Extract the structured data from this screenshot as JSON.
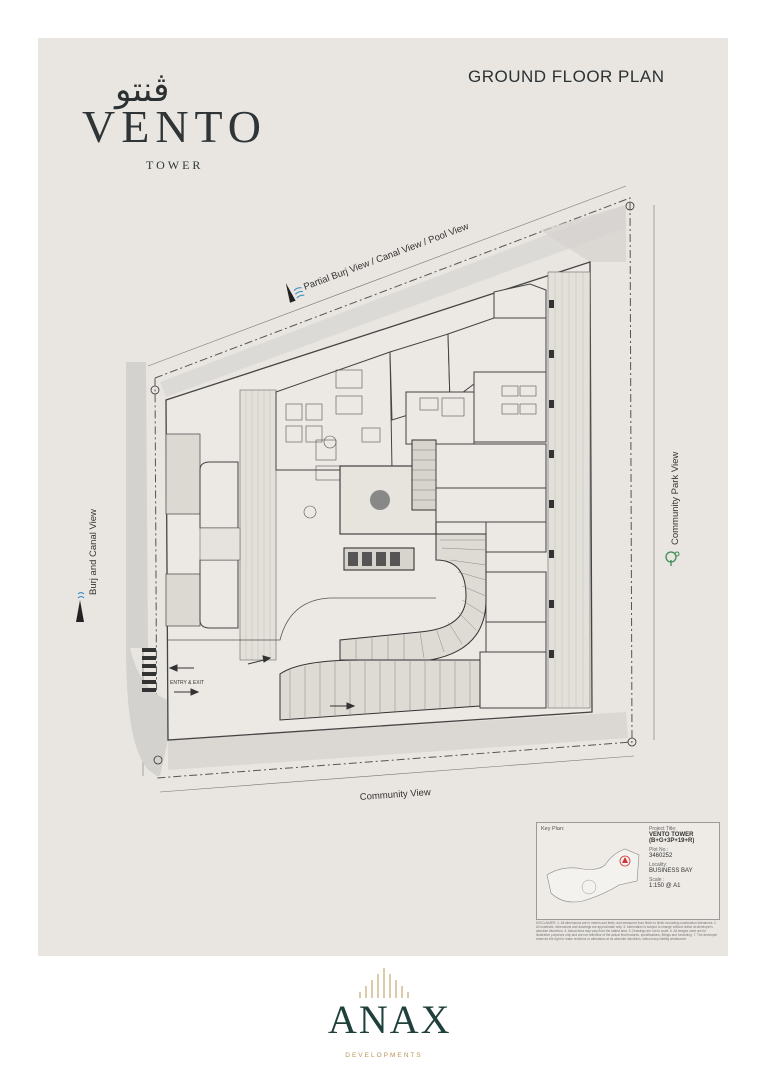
{
  "header": {
    "arabic_name": "ڤنتو",
    "brand_name": "VENTO",
    "brand_sub": "TOWER",
    "plan_title": "GROUND FLOOR PLAN"
  },
  "views": {
    "north": "Partial Burj View / Canal View / Pool View",
    "west": "Burj and Canal View",
    "east": "Community Park View",
    "south": "Community View"
  },
  "plan_labels": {
    "entry_exit": "ENTRY & EXIT"
  },
  "info": {
    "key_plan_label": "Key Plan:",
    "project_title_label": "Project Title:",
    "project_title": "VENTO TOWER",
    "project_sub": "(B+G+3P+19+R)",
    "plot_label": "Plot No.:",
    "plot_no": "3460252",
    "locality_label": "Locality:",
    "locality": "BUSINESS BAY",
    "scale_label": "Scale :",
    "scale": "1:150 @ A1"
  },
  "disclaimer": "DISCLAIMER: 1. All dimensions are in meters and feets, and measured from finish to finish excluding construction tolerances. 2. All materials, dimensions and drawings are approximate only. 3. Information is subject to change without notice at developer's absolute discretion. 4. Actual area may vary from the stated area. 5. Drawings are not to scale. 6. All images used are for illustrative purposes only and are not reflective of the actual final features, specifications, fittings and furnishing. 7. The developer reserves the right to make revisions or alterations at its absolute discretion, without any liability whatsoever.",
  "footer": {
    "logo_name": "ANAX",
    "logo_sub": "DEVELOPMENTS"
  },
  "colors": {
    "sheet_bg": "#e9e6e1",
    "line": "#4a4a4a",
    "brand_green": "#20403c",
    "brand_gold": "#b89655",
    "water_blue": "#3a8fc4",
    "park_green": "#3c8a54"
  }
}
